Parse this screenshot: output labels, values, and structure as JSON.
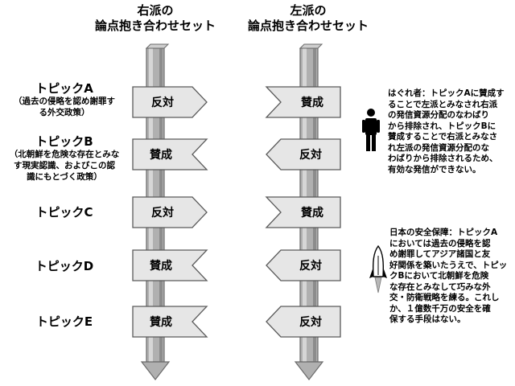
{
  "columns": [
    {
      "title_line1": "右派の",
      "title_line2": "論点抱き合わせセット",
      "votes": [
        "反対",
        "賛成",
        "反対",
        "賛成",
        "賛成"
      ]
    },
    {
      "title_line1": "左派の",
      "title_line2": "論点抱き合わせセット",
      "votes": [
        "賛成",
        "反対",
        "賛成",
        "反対",
        "反対"
      ]
    }
  ],
  "topics": [
    {
      "name": "トピックA",
      "desc_lines": [
        "（過去の侵略を認め謝罪す",
        "る外交政策）"
      ]
    },
    {
      "name": "トピックB",
      "desc_lines": [
        "（北朝鮮を危険な存在とみな",
        "す現実認識、およびこの認",
        "識にもとづく政策）"
      ]
    },
    {
      "name": "トピックC",
      "desc_lines": []
    },
    {
      "name": "トピックD",
      "desc_lines": []
    },
    {
      "name": "トピックE",
      "desc_lines": []
    }
  ],
  "notes": [
    {
      "id": "outcast",
      "icon": "person-icon",
      "lines": [
        "はぐれ者：トピックAに賛成す",
        "ることで左派とみなされ右派",
        "の発信資源分配のなわばり",
        "から排除され、トピックBに",
        "賛成することで右派とみなさ",
        "れ左派の発信資源分配のな",
        "わばりから排除されるため、",
        "有効な発信ができない。"
      ]
    },
    {
      "id": "security",
      "icon": "rocket-icon",
      "lines": [
        "日本の安全保障：トピックA",
        "においては過去の侵略を認",
        "め謝罪してアジア諸国と友",
        "好関係を築いたうえで、トピッ",
        "クBにおいて北朝鮮を危険",
        "な存在とみなして巧みな外",
        "交・防衛戦略を練る。これし",
        "か、１億数千万の安全を確",
        "保する手段はない。"
      ]
    }
  ],
  "colors": {
    "shaft": "#b0b0b0",
    "shaft_edge": "#6a6a6a",
    "sign_fill": "#e6e6e6",
    "sign_stroke": "#5a5a5a"
  }
}
